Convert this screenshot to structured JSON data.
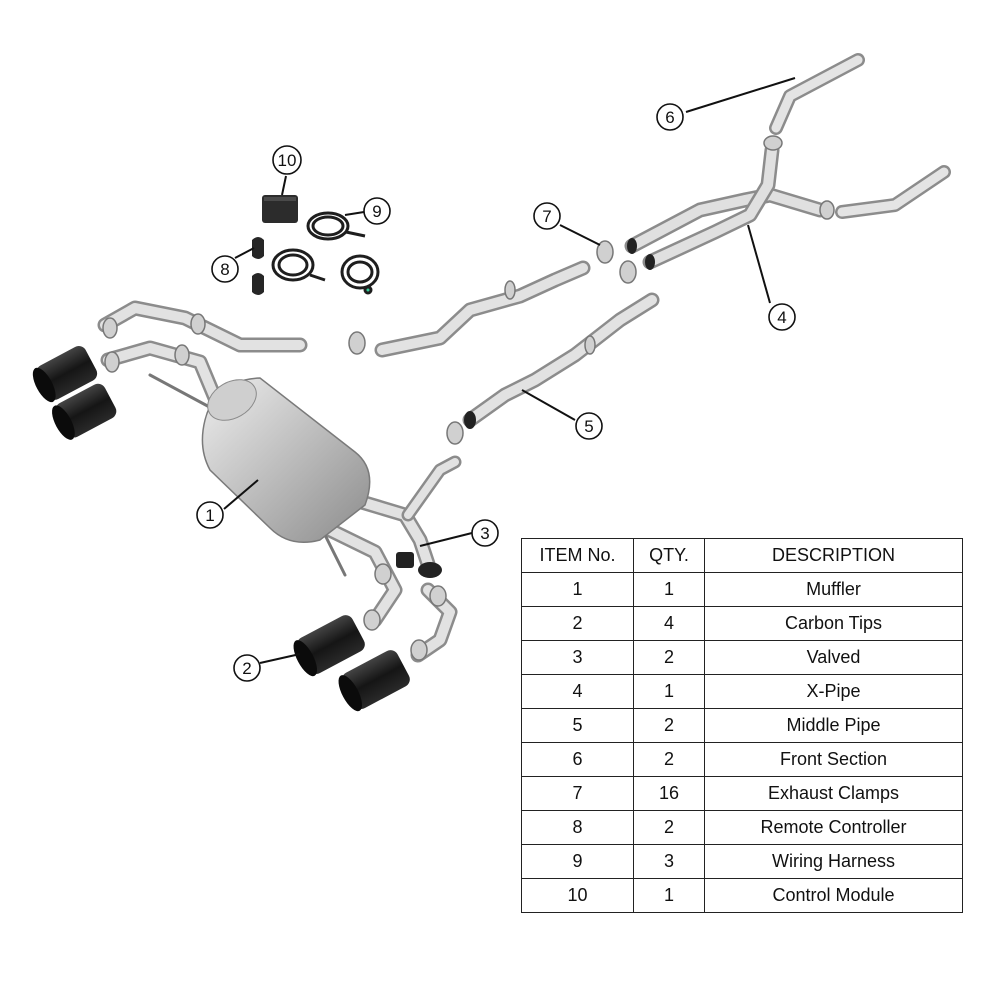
{
  "callouts": [
    "1",
    "2",
    "3",
    "4",
    "5",
    "6",
    "7",
    "8",
    "9",
    "10"
  ],
  "table": {
    "headers": [
      "ITEM No.",
      "QTY.",
      "DESCRIPTION"
    ],
    "rows": [
      {
        "item": "1",
        "qty": "1",
        "desc": "Muffler"
      },
      {
        "item": "2",
        "qty": "4",
        "desc": "Carbon Tips"
      },
      {
        "item": "3",
        "qty": "2",
        "desc": "Valved"
      },
      {
        "item": "4",
        "qty": "1",
        "desc": "X-Pipe"
      },
      {
        "item": "5",
        "qty": "2",
        "desc": "Middle Pipe"
      },
      {
        "item": "6",
        "qty": "2",
        "desc": "Front Section"
      },
      {
        "item": "7",
        "qty": "16",
        "desc": "Exhaust Clamps"
      },
      {
        "item": "8",
        "qty": "2",
        "desc": "Remote Controller"
      },
      {
        "item": "9",
        "qty": "3",
        "desc": "Wiring Harness"
      },
      {
        "item": "10",
        "qty": "1",
        "desc": "Control Module"
      }
    ]
  },
  "colors": {
    "steel_light": "#dcdcdc",
    "steel_dark": "#8e8e8e",
    "carbon": "#1c1c1c",
    "line": "#111111"
  }
}
